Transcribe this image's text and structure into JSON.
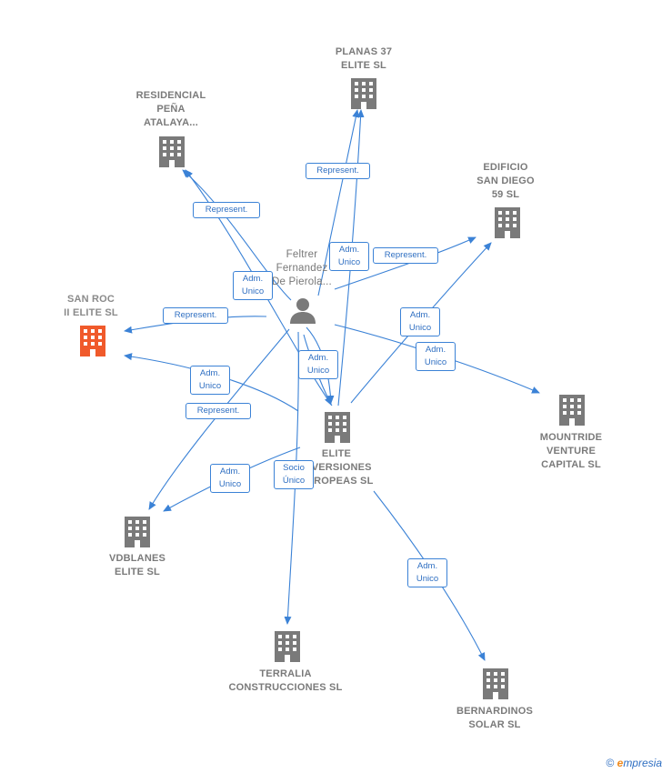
{
  "colors": {
    "edge": "#3b82d6",
    "company": "#7a7a7a",
    "focus_company": "#f05a2b",
    "person": "#7a7a7a"
  },
  "nodes": {
    "planas": {
      "label": "PLANAS 37\nELITE  SL",
      "icon": "building-icon"
    },
    "residencial": {
      "label": "RESIDENCIAL\nPEÑA\nATALAYA...",
      "icon": "building-icon"
    },
    "edificio": {
      "label": "EDIFICIO\nSAN DIEGO\n59  SL",
      "icon": "building-icon"
    },
    "person": {
      "label": "Feltrer\nFernandez\nDe Pierola...",
      "icon": "person-icon"
    },
    "sanroc": {
      "label": "SAN ROC\nII ELITE  SL",
      "icon": "building-icon"
    },
    "elite": {
      "label": "ELITE\nINVERSIONES\nEUROPEAS  SL",
      "icon": "building-icon"
    },
    "mountride": {
      "label": "MOUNTRIDE\nVENTURE\nCAPITAL  SL",
      "icon": "building-icon"
    },
    "vdblanes": {
      "label": "VDBLANES\nELITE  SL",
      "icon": "building-icon"
    },
    "terralia": {
      "label": "TERRALIA\nCONSTRUCCIONES SL",
      "icon": "building-icon"
    },
    "bernardinos": {
      "label": "BERNARDINOS\nSOLAR  SL",
      "icon": "building-icon"
    }
  },
  "edge_labels": {
    "represent_planas": "Represent.",
    "represent_residencial": "Represent.",
    "represent_edificio": "Represent.",
    "represent_sanroc": "Represent.",
    "represent_vdblanes": "Represent.",
    "adm_residencial": "Adm.\nUnico",
    "adm_planas": "Adm.\nUnico",
    "adm_edificio": "Adm.\nUnico",
    "adm_mountride": "Adm.\nUnico",
    "adm_elite": "Adm.\nUnico",
    "adm_sanroc": "Adm.\nUnico",
    "adm_vdblanes": "Adm.\nUnico",
    "socio_terralia": "Socio\nÚnico",
    "adm_bernardinos": "Adm.\nUnico"
  },
  "footer": {
    "copyright": "©",
    "brand_e": "e",
    "brand_rest": "mpresia"
  }
}
